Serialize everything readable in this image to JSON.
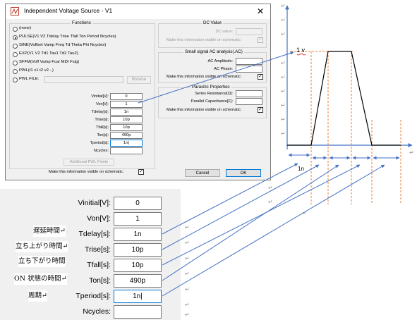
{
  "dialog": {
    "title": "Independent Voltage Source - V1",
    "close_glyph": "✕",
    "functions": {
      "title": "Functions",
      "options": [
        {
          "label": "(none)",
          "selected": false
        },
        {
          "label": "PULSE(V1 V2 Tdelay Trise Tfall Ton Period Ncycles)",
          "selected": true
        },
        {
          "label": "SINE(Voffset Vamp Freq Td Theta Phi Ncycles)",
          "selected": false
        },
        {
          "label": "EXP(V1 V2 Td1 Tau1 Td2 Tau2)",
          "selected": false
        },
        {
          "label": "SFFM(Voff Vamp Fcar MDI Fsig)",
          "selected": false
        },
        {
          "label": "PWL(t1 v1 t2 v2...)",
          "selected": false
        },
        {
          "label": "PWL FILE:",
          "selected": false
        }
      ],
      "browse_label": "Browse",
      "params": [
        {
          "label": "Vinitial[V]:",
          "value": "0"
        },
        {
          "label": "Von[V]:",
          "value": "1"
        },
        {
          "label": "Tdelay[s]:",
          "value": "1n"
        },
        {
          "label": "Trise[s]:",
          "value": "10p"
        },
        {
          "label": "Tfall[s]:",
          "value": "10p"
        },
        {
          "label": "Ton[s]:",
          "value": "490p"
        },
        {
          "label": "Tperiod[s]:",
          "value": "1n|"
        },
        {
          "label": "Ncycles:",
          "value": ""
        }
      ],
      "additional_pwl_label": "Additional PWL Points",
      "visible_label": "Make this information visible on schematic:",
      "visible_checked": "✓"
    },
    "dc": {
      "title": "DC Value",
      "dc_value_label": "DC value:",
      "visible_label": "Make this information visible on schematic:",
      "visible_checked": "✓"
    },
    "ac": {
      "title": "Small signal AC analysis(.AC)",
      "amplitude_label": "AC Amplitude:",
      "phase_label": "AC Phase:",
      "visible_label": "Make this information visible on schematic:",
      "visible_checked": "✓"
    },
    "parasitic": {
      "title": "Parasitic Properties",
      "series_label": "Series Resistance[Ω]:",
      "parallel_label": "Parallel Capacitance[F]:",
      "visible_label": "Make this information visible on schematic:",
      "visible_checked": "✓"
    },
    "cancel_label": "Cancel",
    "ok_label": "OK"
  },
  "zoom": {
    "params": [
      {
        "label": "Vinitial[V]:",
        "value": "0"
      },
      {
        "label": "Von[V]:",
        "value": "1"
      },
      {
        "label": "Tdelay[s]:",
        "value": "1n"
      },
      {
        "label": "Trise[s]:",
        "value": "10p"
      },
      {
        "label": "Tfall[s]:",
        "value": "10p"
      },
      {
        "label": "Ton[s]:",
        "value": "490p"
      },
      {
        "label": "Tperiod[s]:",
        "value": "1n|"
      },
      {
        "label": "Ncycles:",
        "value": ""
      }
    ]
  },
  "annotations": {
    "tdelay": "遅延時間↵",
    "trise": "立ち上がり時間↵",
    "tfall": "立ち下がり時間",
    "ton": "ON 状態の時間↵",
    "tperiod": "周期↵"
  },
  "waveform": {
    "v_label": "1 v",
    "n_label": "1n",
    "return_mark": "↵"
  },
  "colors": {
    "arrow": "#4472c4",
    "waveform": "#000000",
    "guide": "#ed7d31",
    "active_border": "#0078d7"
  }
}
